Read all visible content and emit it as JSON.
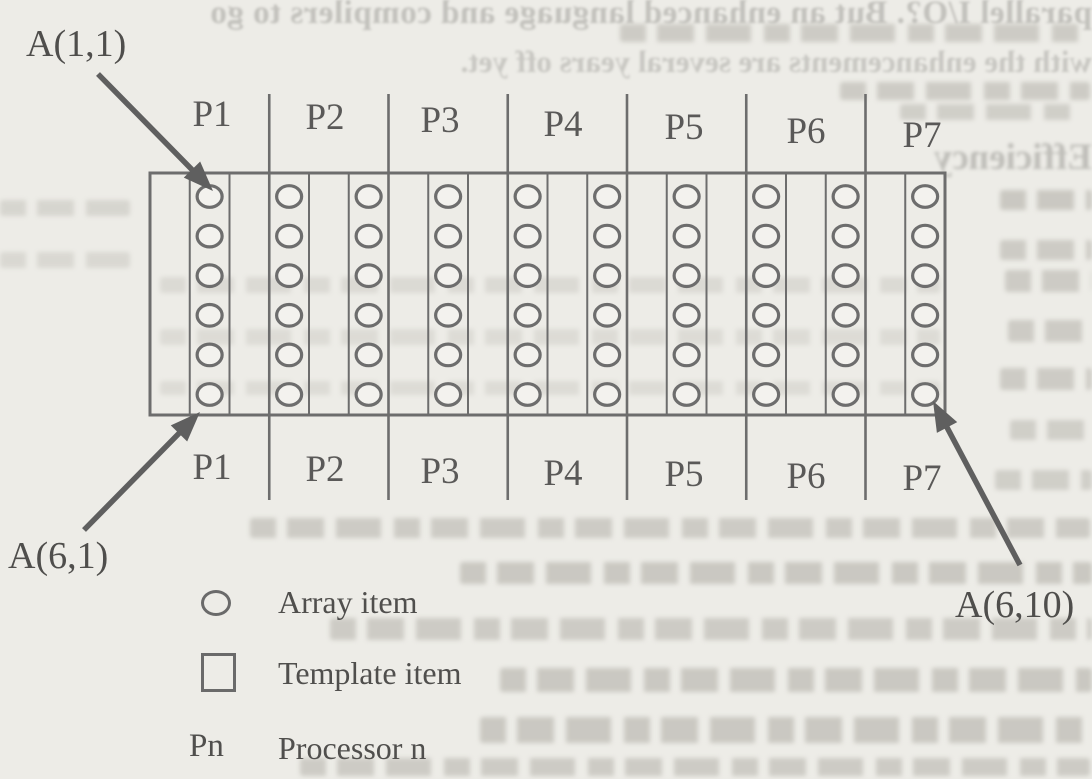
{
  "figure_labels": {
    "a11": "A(1,1)",
    "a61": "A(6,1)",
    "a610": "A(6,10)"
  },
  "processors": [
    "P1",
    "P2",
    "P3",
    "P4",
    "P5",
    "P6",
    "P7"
  ],
  "legend": {
    "items": [
      {
        "symbol": "circle-icon",
        "label": "Array item"
      },
      {
        "symbol": "square-icon",
        "label": "Template item"
      },
      {
        "symbol": "Pn",
        "label": "Processor n"
      }
    ]
  },
  "diagram": {
    "type": "array-distribution",
    "array_rows": 6,
    "array_cols": 10,
    "template_cells": 20,
    "processor_count": 7,
    "cells_per_processor": [
      3,
      3,
      3,
      3,
      3,
      3,
      2
    ],
    "array_item_template_cells": [
      2,
      4,
      6,
      8,
      10,
      12,
      14,
      16,
      18,
      20
    ],
    "processor_array_columns": {
      "P1": [
        1
      ],
      "P2": [
        2,
        3
      ],
      "P3": [
        4
      ],
      "P4": [
        5,
        6
      ],
      "P5": [
        7
      ],
      "P6": [
        8,
        9
      ],
      "P7": [
        10
      ]
    }
  },
  "bleedthrough": {
    "line1": "parallel I/O?. But an enhanced language and compilers to go",
    "line2": "with the enhancements are several years off yet.",
    "heading": "Efficiency"
  },
  "colors": {
    "paper": "#edece7",
    "line": "#6d6d6d",
    "arrow": "#5f5f5f",
    "circle_fill": "#f3f2ee",
    "text": "#4f4e4c",
    "bleed": "#c2c1bc"
  }
}
